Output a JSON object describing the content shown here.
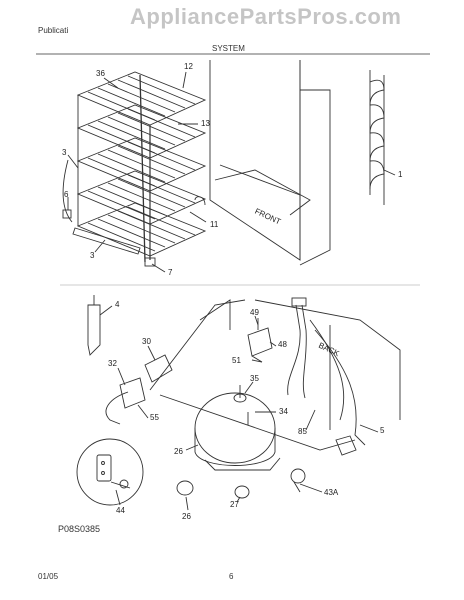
{
  "header": {
    "publication_prefix": "Publicati",
    "section_title": "SYSTEM",
    "watermark": "AppliancePartsPros.com"
  },
  "callouts": {
    "c36": "36",
    "c12": "12",
    "c13": "13",
    "c1": "1",
    "c3a": "3",
    "c6": "6",
    "c11": "11",
    "c3b": "3",
    "c7": "7",
    "front": "FRONT",
    "c4": "4",
    "c49": "49",
    "c48": "48",
    "c51": "51",
    "back": "BACK",
    "c30": "30",
    "c32": "32",
    "c35": "35",
    "c55": "55",
    "c34": "34",
    "c85": "85",
    "c5": "5",
    "c26a": "26",
    "c43a": "43A",
    "c27": "27",
    "c26b": "26",
    "c44": "44"
  },
  "diagram_code": "P08S0385",
  "footer": {
    "date": "01/05",
    "page": "6"
  }
}
